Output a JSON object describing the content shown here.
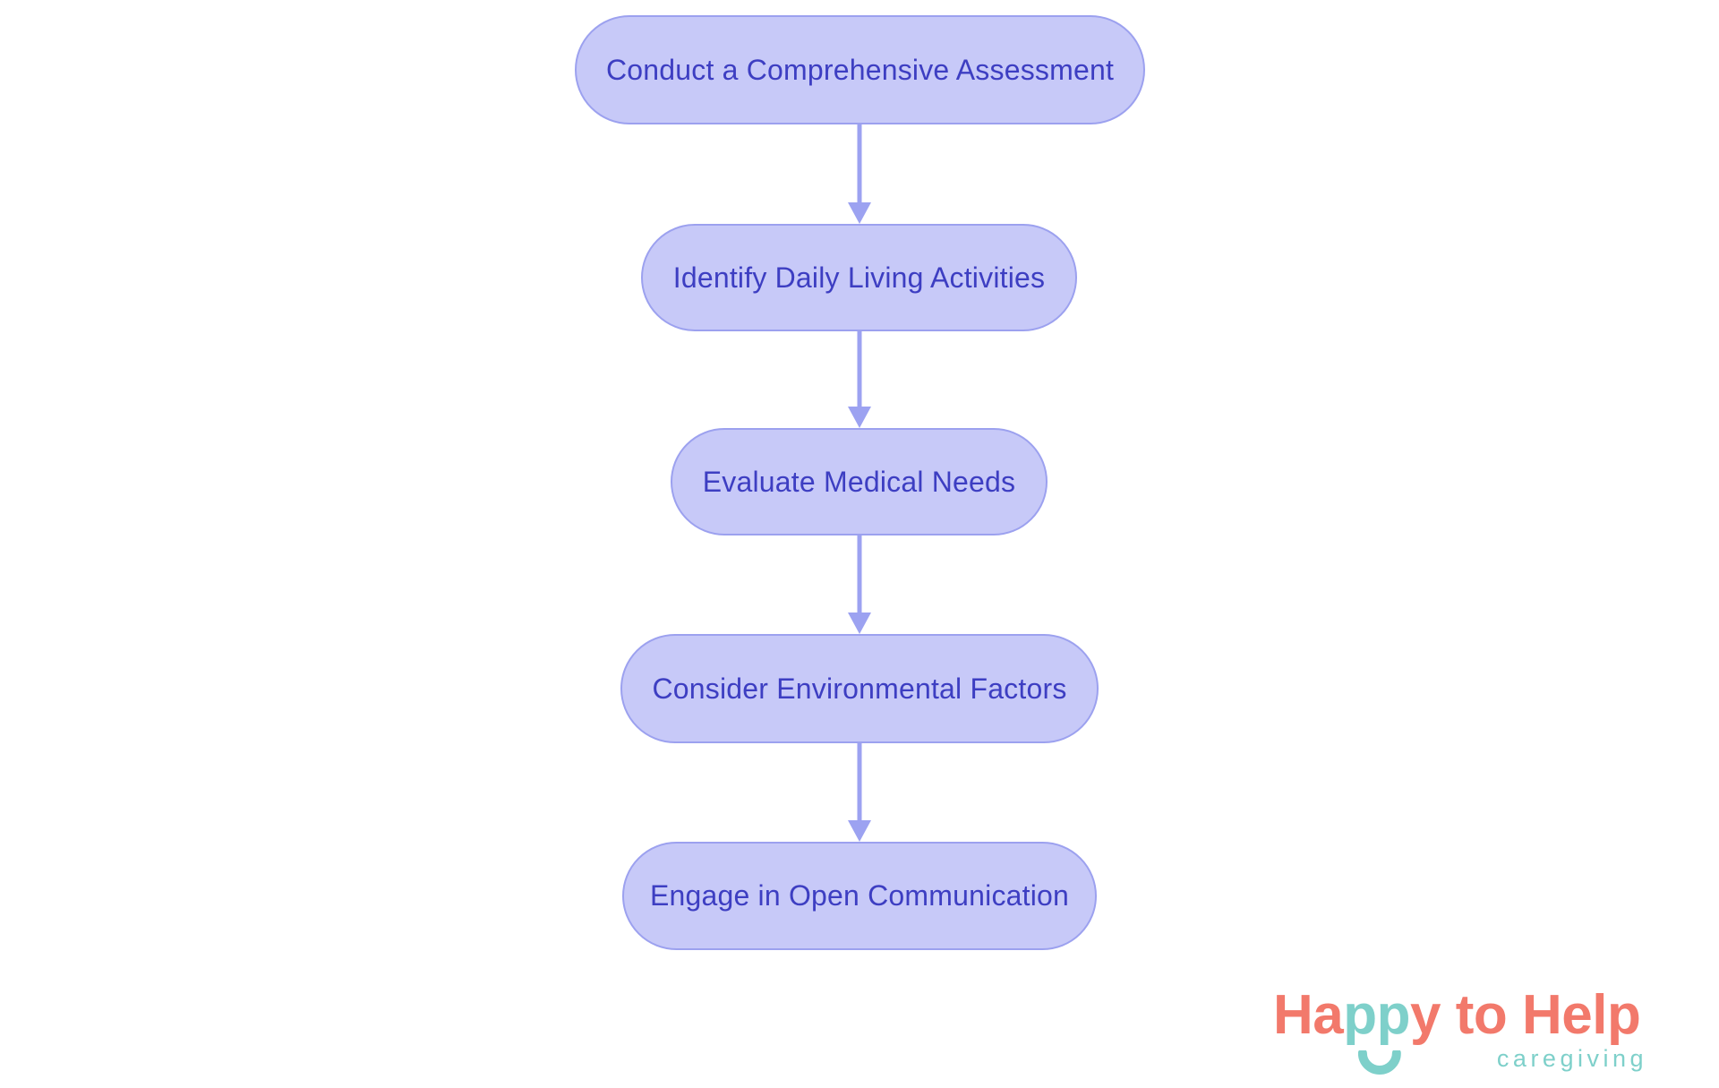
{
  "page": {
    "background": "#FFFFFF"
  },
  "diagram": {
    "type": "flowchart",
    "direction": "top-down",
    "nodes": [
      {
        "id": "step-1",
        "label": "Conduct a Comprehensive Assessment"
      },
      {
        "id": "step-2",
        "label": "Identify Daily Living Activities"
      },
      {
        "id": "step-3",
        "label": "Evaluate Medical Needs"
      },
      {
        "id": "step-4",
        "label": "Consider Environmental Factors"
      },
      {
        "id": "step-5",
        "label": "Engage in Open Communication"
      }
    ],
    "edges": [
      {
        "from": "step-1",
        "to": "step-2",
        "style": "arrow-down"
      },
      {
        "from": "step-2",
        "to": "step-3",
        "style": "arrow-down"
      },
      {
        "from": "step-3",
        "to": "step-4",
        "style": "arrow-down"
      },
      {
        "from": "step-4",
        "to": "step-5",
        "style": "arrow-down"
      }
    ],
    "colors": {
      "node_fill": "#C7C9F8",
      "node_border": "#9CA1EF",
      "node_text": "#3D3EC2",
      "arrow": "#9CA2F1"
    }
  },
  "logo": {
    "wordmark_part_ha": "Ha",
    "wordmark_part_pp": "pp",
    "wordmark_part_y": "y",
    "wordmark_part_rest": " to Help",
    "tagline": "caregiving",
    "smile_icon": "smile-arc",
    "colors": {
      "coral": "#F2796B",
      "teal": "#7ED0CA"
    }
  }
}
